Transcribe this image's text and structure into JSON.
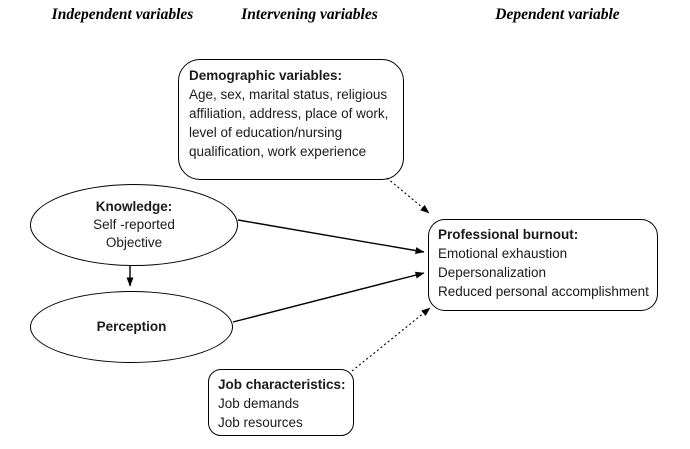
{
  "headers": {
    "independent": "Independent variables",
    "intervening": "Intervening variables",
    "dependent": "Dependent variable"
  },
  "boxes": {
    "demographic": {
      "title": "Demographic variables:",
      "body": "Age, sex, marital status, religious affiliation, address, place of work, level of education/nursing qualification, work experience"
    },
    "burnout": {
      "title": "Professional burnout:",
      "items": [
        "Emotional exhaustion",
        "Depersonalization",
        "Reduced personal accomplishment"
      ]
    },
    "job": {
      "title": "Job characteristics:",
      "items": [
        "Job demands",
        "Job resources"
      ]
    }
  },
  "ellipses": {
    "knowledge": {
      "title": "Knowledge:",
      "lines": [
        "Self -reported",
        "Objective"
      ]
    },
    "perception": {
      "title": "Perception"
    }
  },
  "connectors": [
    {
      "from": "knowledge-ellipse",
      "to": "professional-burnout-box",
      "style": "solid-arrow"
    },
    {
      "from": "perception-ellipse",
      "to": "professional-burnout-box",
      "style": "solid-arrow"
    },
    {
      "from": "knowledge-ellipse",
      "to": "perception-ellipse",
      "style": "solid-arrow"
    },
    {
      "from": "demographic-variables-box",
      "to": "professional-burnout-box",
      "style": "dotted-arrow"
    },
    {
      "from": "job-characteristics-box",
      "to": "professional-burnout-box",
      "style": "dotted-arrow"
    }
  ],
  "colors": {
    "line": "#000000",
    "text": "#1a1a1a",
    "heading_text": "#000000",
    "background": "#ffffff"
  }
}
